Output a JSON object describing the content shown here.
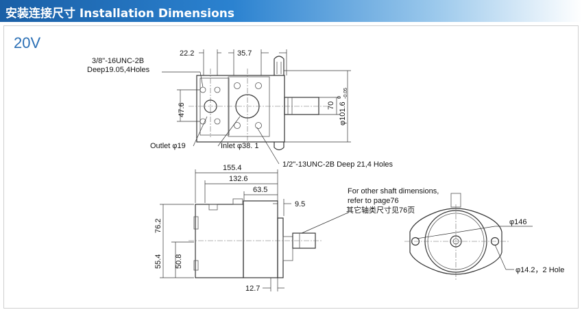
{
  "header": {
    "title": "安装连接尺寸 Installation Dimensions"
  },
  "model": "20V",
  "top_view": {
    "thread_top_line1": "3/8\"-16UNC-2B",
    "thread_top_line2": "Deep19.05,4Holes",
    "dim_22_2": "22.2",
    "dim_35_7": "35.7",
    "dim_47_6": "47.6",
    "dim_70": "70",
    "dim_101_6": "φ101.6",
    "tol_upper": "0",
    "tol_lower": "-0.05",
    "outlet": "Outlet φ19",
    "inlet": "Inlet φ38. 1",
    "thread_bottom": "1/2\"-13UNC-2B Deep 21,4 Holes"
  },
  "side_view": {
    "dim_155_4": "155.4",
    "dim_132_6": "132.6",
    "dim_63_5": "63.5",
    "dim_9_5": "9.5",
    "dim_76_2": "76.2",
    "dim_55_4": "55.4",
    "dim_50_8": "50.8",
    "dim_12_7": "12.7"
  },
  "note": {
    "line1": "For other shaft dimensions,",
    "line2": "refer to page76",
    "line3": "其它轴类尺寸见76页"
  },
  "flange_view": {
    "dim_146": "φ146",
    "dim_holes": "φ14.2，2 Hole"
  }
}
